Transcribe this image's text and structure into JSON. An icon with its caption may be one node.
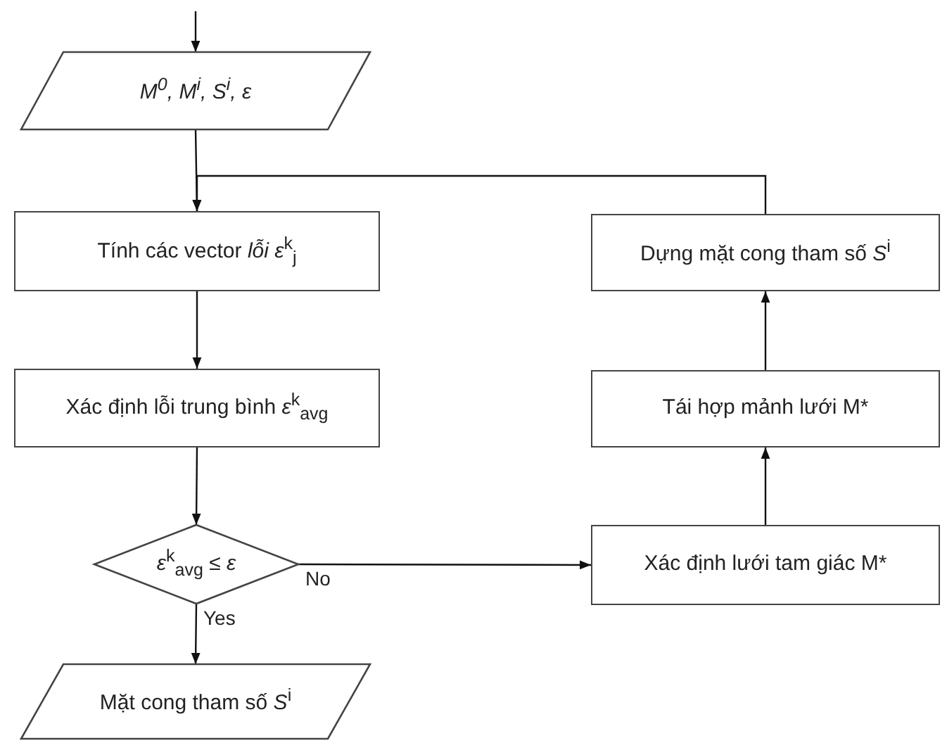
{
  "diagram": {
    "nodes": [
      {
        "text": [
          "M$^{0}$, M$^{i}$, S$^{i}$, ε"
        ]
      },
      {
        "text": [
          "Tính các vector *lỗi ε*$^{k}$$_{j}$"
        ]
      },
      {
        "text": [
          "Xác định lỗi trung bình *ε*$^{k}$$_{avg}$"
        ]
      },
      {
        "text": [
          "*ε*$^{k}$$_{avg}$  ≤ *ε*"
        ]
      },
      {
        "text": [
          "Mặt cong tham số *S*$^{i}$"
        ]
      },
      {
        "text": [
          "Xác định lưới tam giác M*"
        ]
      },
      {
        "text": [
          "Tái hợp mảnh lưới M*"
        ]
      },
      {
        "text": [
          "Dựng mặt cong tham số *S*$^{i}$"
        ]
      }
    ],
    "edges": [
      {
        "from": null,
        "to": 0,
        "arrow": "to"
      },
      {
        "from": 0,
        "to": 1,
        "arrow": "to"
      },
      {
        "from": 1,
        "to": 2,
        "arrow": "to"
      },
      {
        "from": 2,
        "to": 3,
        "arrow": "to"
      },
      {
        "from": 3,
        "to": 4,
        "arrow": "to",
        "label": "Yes"
      },
      {
        "from": 3,
        "to": 5,
        "arrow": "to",
        "label": "No"
      },
      {
        "from": 5,
        "to": 6,
        "arrow": "to"
      },
      {
        "from": 6,
        "to": 7,
        "arrow": "to"
      },
      {
        "from": 7,
        "to": 1,
        "arrow": "to"
      }
    ]
  }
}
